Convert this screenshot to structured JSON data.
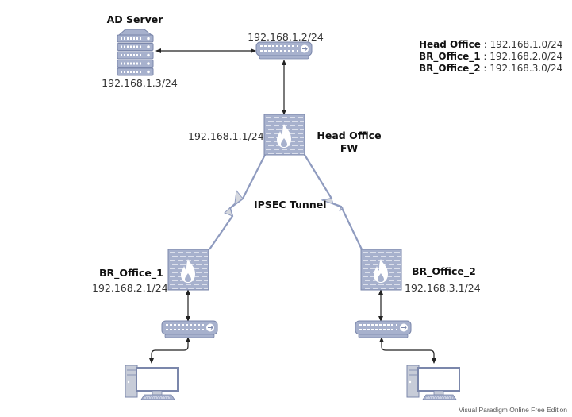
{
  "nodes": {
    "ad_server": {
      "title": "AD Server",
      "ip": "192.168.1.3/24"
    },
    "ho_switch": {
      "ip": "192.168.1.2/24"
    },
    "ho_firewall": {
      "ip": "192.168.1.1/24",
      "title_line1": "Head Office",
      "title_line2": "FW"
    },
    "br1_firewall": {
      "title": "BR_Office_1",
      "ip": "192.168.2.1/24"
    },
    "br2_firewall": {
      "title": "BR_Office_2",
      "ip": "192.168.3.1/24"
    }
  },
  "tunnel_label": "IPSEC Tunnel",
  "legend": [
    {
      "site": "Head Office",
      "sep": " : ",
      "subnet": "192.168.1.0/24"
    },
    {
      "site": "BR_Office_1",
      "sep": " : ",
      "subnet": "192.168.2.0/24"
    },
    {
      "site": "BR_Office_2",
      "sep": " : ",
      "subnet": "192.168.3.0/24"
    }
  ],
  "watermark": "Visual Paradigm Online Free Edition",
  "colors": {
    "icon_fill": "#a7b1cd",
    "icon_stroke": "#7b87ab",
    "connector": "#222222",
    "tunnel": "#8f9bbf",
    "bolt": "#d4d7de"
  }
}
